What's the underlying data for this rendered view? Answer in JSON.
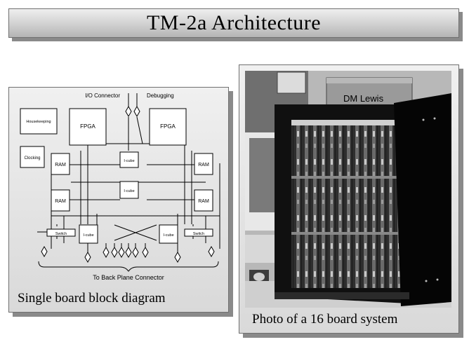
{
  "title": "TM-2a Architecture",
  "diagram": {
    "caption": "Single board block diagram",
    "labels": {
      "io_connector": "I/O Connector",
      "debugging": "Debugging",
      "housekeeping": "Housekeeping",
      "clocking": "Clocking",
      "fpga_left": "FPGA",
      "fpga_right": "FPGA",
      "ram_top_left": "RAM",
      "ram_top_right": "RAM",
      "ram_bottom_left": "RAM",
      "ram_bottom_right": "RAM",
      "icube_top": "I-cube",
      "icube_middle": "I-cube",
      "icube_bottom_left": "I-cube",
      "icube_bottom_right": "I-cube",
      "switch_left": "Switch",
      "switch_right": "Switch",
      "back_plane": "To Back Plane Connector"
    }
  },
  "photo": {
    "caption": "Photo of a 16 board system",
    "device_label": "DM Lewis"
  }
}
